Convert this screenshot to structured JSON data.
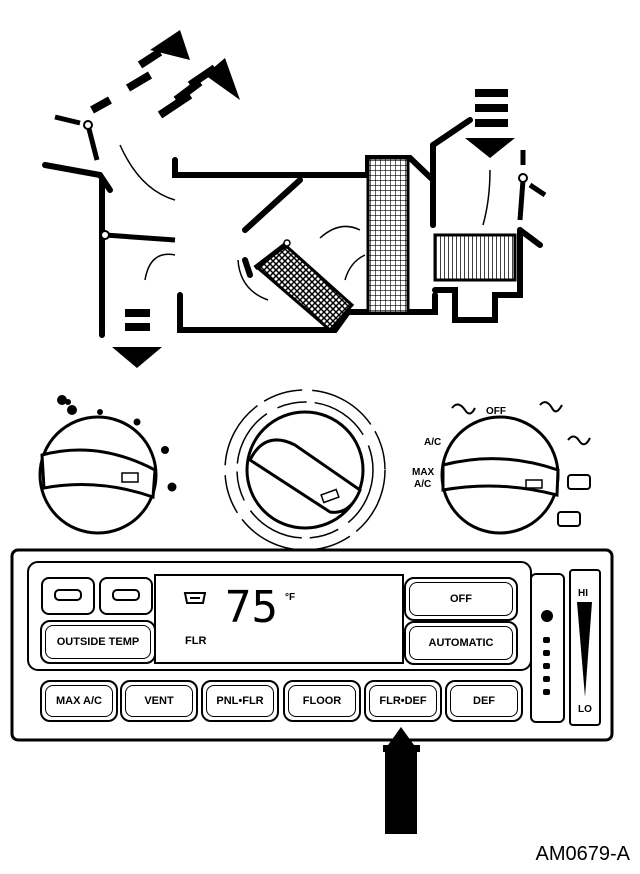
{
  "figure_id": "AM0679-A",
  "colors": {
    "ink": "#000000",
    "paper": "#ffffff"
  },
  "rotary_controls": {
    "fan_icon": "fan-icon",
    "mode_labels": {
      "off": "OFF",
      "ac": "A/C",
      "max_ac": "MAX\nA/C"
    }
  },
  "panel": {
    "display": {
      "temperature": "75",
      "unit": "°F",
      "mode": "FLR",
      "defrost_icon": "windshield-defrost-icon"
    },
    "top_buttons": {
      "off": "OFF",
      "automatic": "AUTOMATIC",
      "outside_temp": "OUTSIDE TEMP"
    },
    "mode_buttons": [
      "MAX A/C",
      "VENT",
      "PNL•FLR",
      "FLOOR",
      "FLR•DEF",
      "DEF"
    ],
    "slider": {
      "hi": "HI",
      "lo": "LO"
    },
    "highlighted_button": "FLR•DEF"
  }
}
